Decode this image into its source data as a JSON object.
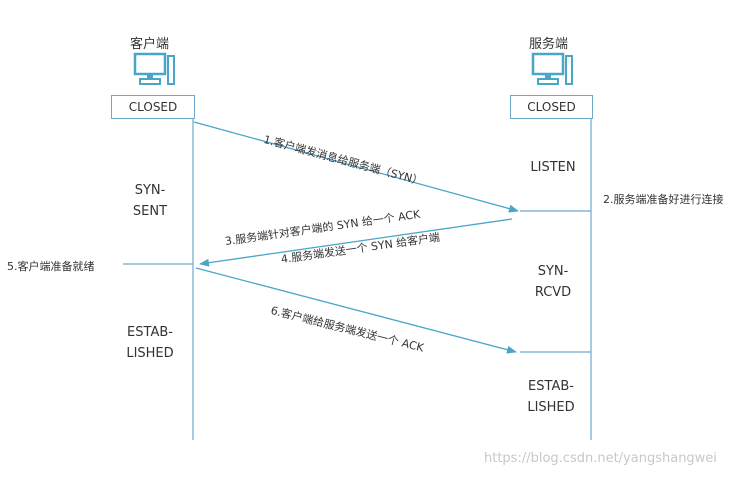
{
  "client": {
    "title": "客户端",
    "initial_state": "CLOSED"
  },
  "server": {
    "title": "服务端",
    "initial_state": "CLOSED"
  },
  "client_states": {
    "syn_sent": "SYN-\nSENT",
    "established": "ESTAB-\nLISHED"
  },
  "server_states": {
    "listen": "LISTEN",
    "syn_rcvd": "SYN-\nRCVD",
    "established": "ESTAB-\nLISHED"
  },
  "messages": {
    "step1": "1.客户端发消息给服务端（SYN）",
    "step2": "2.服务端准备好进行连接",
    "step3": "3.服务端针对客户端的 SYN 给一个 ACK",
    "step4": "4.服务端发送一个 SYN 给客户端",
    "step5": "5.客户端准备就绪",
    "step6": "6.客户端给服务端发送一个 ACK"
  },
  "watermark": "https://blog.csdn.net/yangshangwei",
  "colors": {
    "line": "#6fa8c9",
    "arrow": "#49a6c7"
  },
  "icons": {
    "client": "computer-icon",
    "server": "computer-icon"
  }
}
